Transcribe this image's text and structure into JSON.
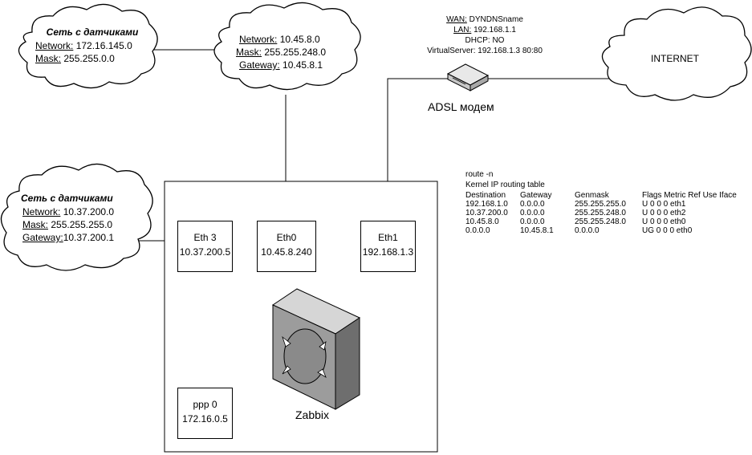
{
  "cloud1": {
    "title": "Сеть с датчиками",
    "network_label": "Network:",
    "network_value": "172.16.145.0",
    "mask_label": "Mask:",
    "mask_value": "255.255.0.0"
  },
  "cloud2": {
    "network_label": "Network:",
    "network_value": "10.45.8.0",
    "mask_label": "Mask:",
    "mask_value": "255.255.248.0",
    "gateway_label": "Gateway:",
    "gateway_value": "10.45.8.1"
  },
  "cloud3": {
    "title": "Сеть с датчиками",
    "network_label": "Network:",
    "network_value": "10.37.200.0",
    "mask_label": "Mask:",
    "mask_value": "255.255.255.0",
    "gateway_label": "Gateway:",
    "gateway_value": "10.37.200.1"
  },
  "modem": {
    "wan_label": "WAN:",
    "wan_value": "DYNDNSname",
    "lan_label": "LAN:",
    "lan_value": "192.168.1.1",
    "dhcp": "DHCP: NO",
    "virtual_server": "VirtualServer: 192.168.1.3 80:80",
    "label": "ADSL модем"
  },
  "internet": {
    "label": "INTERNET"
  },
  "interfaces": [
    {
      "name": "Eth 3",
      "ip": "10.37.200.5"
    },
    {
      "name": "Eth0",
      "ip": "10.45.8.240"
    },
    {
      "name": "Eth1",
      "ip": "192.168.1.3"
    },
    {
      "name": "ppp 0",
      "ip": "172.16.0.5"
    }
  ],
  "server": {
    "label": "Zabbix"
  },
  "routing": {
    "command": "route -n",
    "title": "Kernel IP routing table",
    "headers": [
      "Destination",
      "Gateway",
      "Genmask",
      "Flags Metric Ref    Use Iface"
    ],
    "rows": [
      [
        "192.168.1.0",
        "0.0.0.0",
        "255.255.255.0",
        "U     0      0        0 eth1"
      ],
      [
        "10.37.200.0",
        "0.0.0.0",
        "255.255.248.0",
        "U     0      0        0 eth2"
      ],
      [
        "10.45.8.0",
        "0.0.0.0",
        "255.255.248.0",
        "U     0      0        0 eth0"
      ],
      [
        "0.0.0.0",
        "10.45.8.1",
        "0.0.0.0",
        "UG    0      0        0 eth0"
      ]
    ]
  }
}
